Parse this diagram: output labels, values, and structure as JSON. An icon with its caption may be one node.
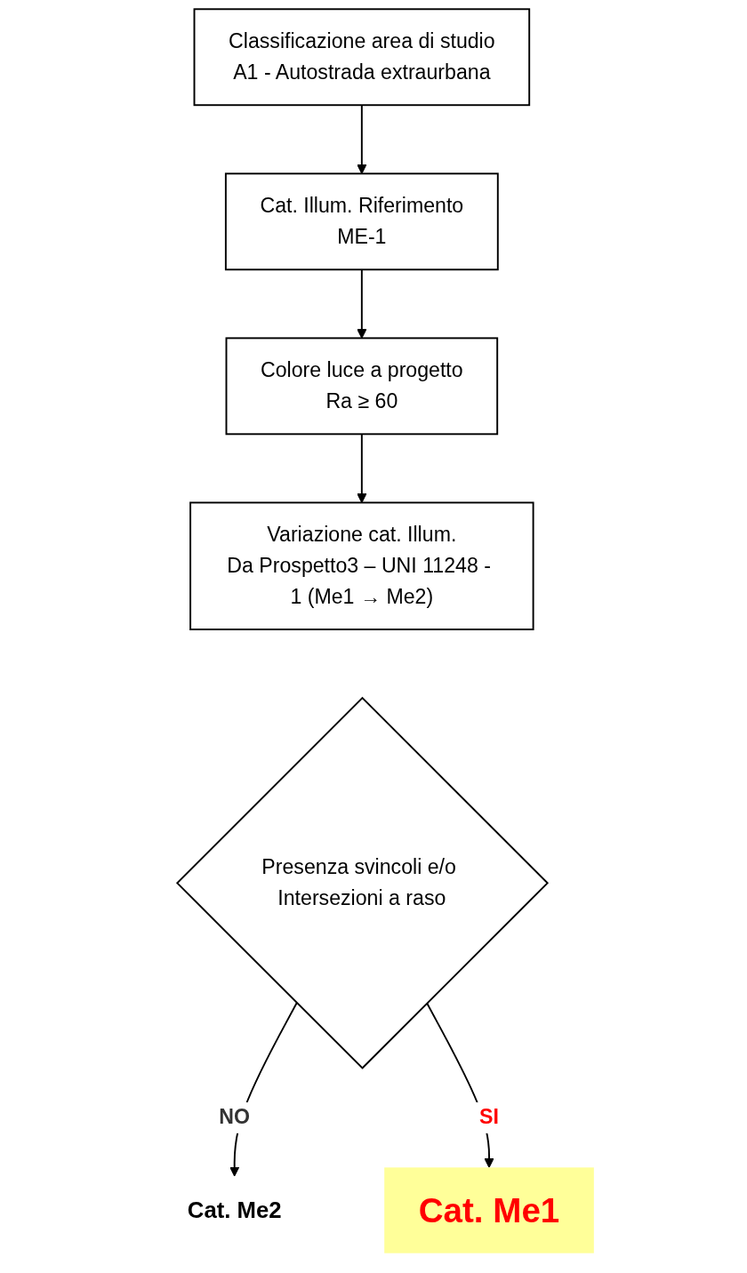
{
  "diagram": {
    "nodes": [
      {
        "text": [
          "Classificazione area di studio",
          "A1 - Autostrada extraurbana"
        ]
      },
      {
        "text": [
          "Cat. Illum. Riferimento",
          "ME-1"
        ]
      },
      {
        "text": [
          "Colore luce a progetto",
          "Ra ≥ 60"
        ]
      },
      {
        "text": [
          "Variazione cat. Illum.",
          "Da Prospetto3 – UNI 11248 - 1 (Me1 → Me2)"
        ]
      },
      {
        "text": [
          "Presenza svincoli e/o Intersezioni a raso"
        ]
      },
      {
        "text": [
          "Cat. Me2"
        ]
      },
      {
        "text": [
          "Cat. Me1"
        ]
      }
    ],
    "edges": [
      {
        "from": 0,
        "to": 1,
        "arrow": "to"
      },
      {
        "from": 1,
        "to": 2,
        "arrow": "to"
      },
      {
        "from": 2,
        "to": 3,
        "arrow": "to"
      },
      {
        "from": 4,
        "to": 5,
        "arrow": "to",
        "label": "NO"
      },
      {
        "from": 4,
        "to": 6,
        "arrow": "to",
        "label": "SI"
      }
    ]
  }
}
